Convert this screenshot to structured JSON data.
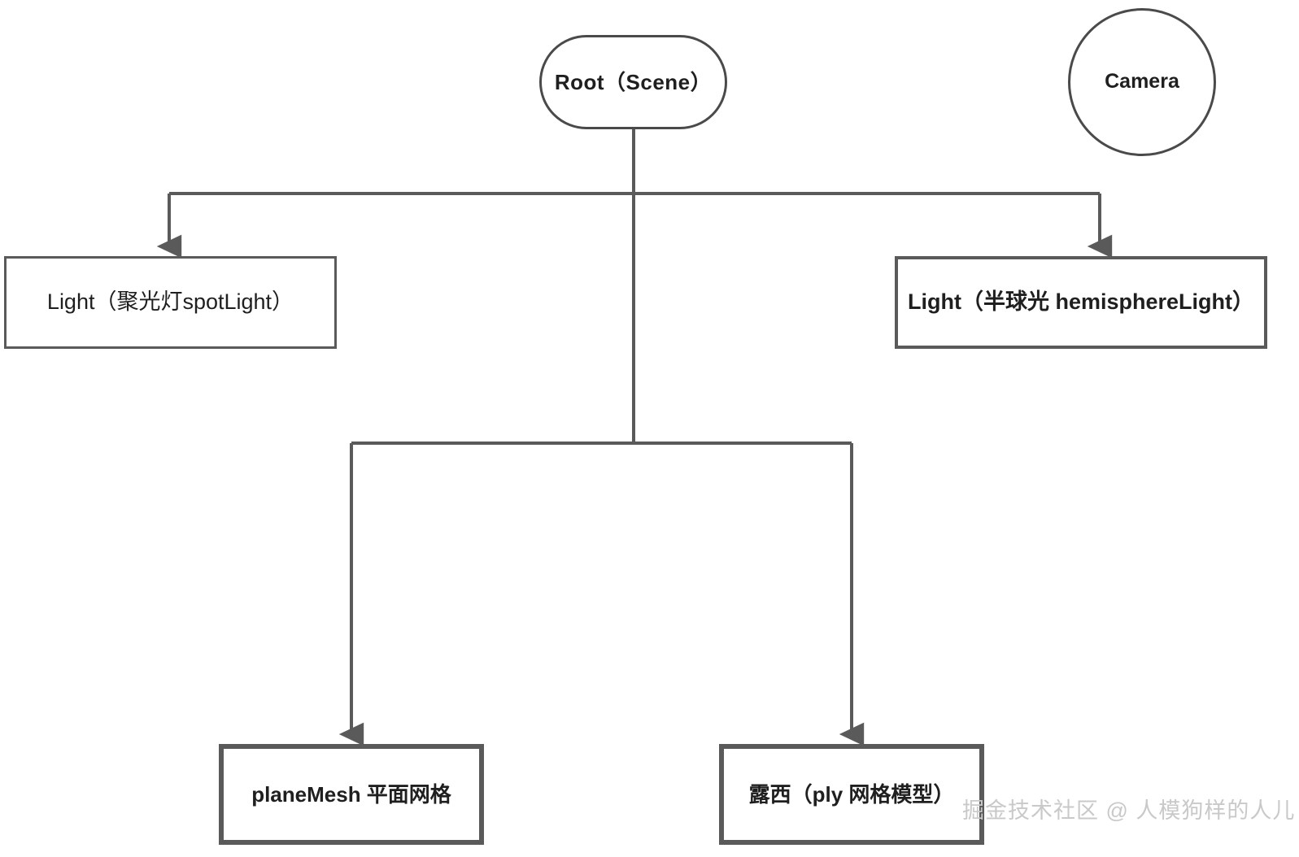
{
  "diagram": {
    "title": "Three.js scene graph hierarchy",
    "background_color": "#ffffff",
    "line_color": "#5a5a5a",
    "text_color": "#1f1f1f",
    "watermark_color": "#c9c9c9",
    "nodes": {
      "root": {
        "label": "Root（Scene）",
        "shape": "rounded-rectangle",
        "bold": true
      },
      "camera": {
        "label": "Camera",
        "shape": "circle",
        "bold": true
      },
      "spot_light": {
        "label": "Light（聚光灯spotLight）",
        "shape": "rectangle",
        "bold": false
      },
      "hemisphere_light": {
        "label": "Light（半球光 hemisphereLight）",
        "shape": "rectangle",
        "bold": true
      },
      "plane_mesh": {
        "label": "planeMesh 平面网格",
        "shape": "rectangle",
        "bold": true
      },
      "lucy_mesh": {
        "label": "露西（ply 网格模型）",
        "shape": "rectangle",
        "bold": true
      }
    },
    "edges": [
      {
        "from": "root",
        "to": "spot_light",
        "arrow": true
      },
      {
        "from": "root",
        "to": "hemisphere_light",
        "arrow": true
      },
      {
        "from": "root",
        "to": "plane_mesh",
        "arrow": true
      },
      {
        "from": "root",
        "to": "lucy_mesh",
        "arrow": true
      }
    ],
    "watermark": "掘金技术社区 @ 人模狗样的人儿"
  }
}
